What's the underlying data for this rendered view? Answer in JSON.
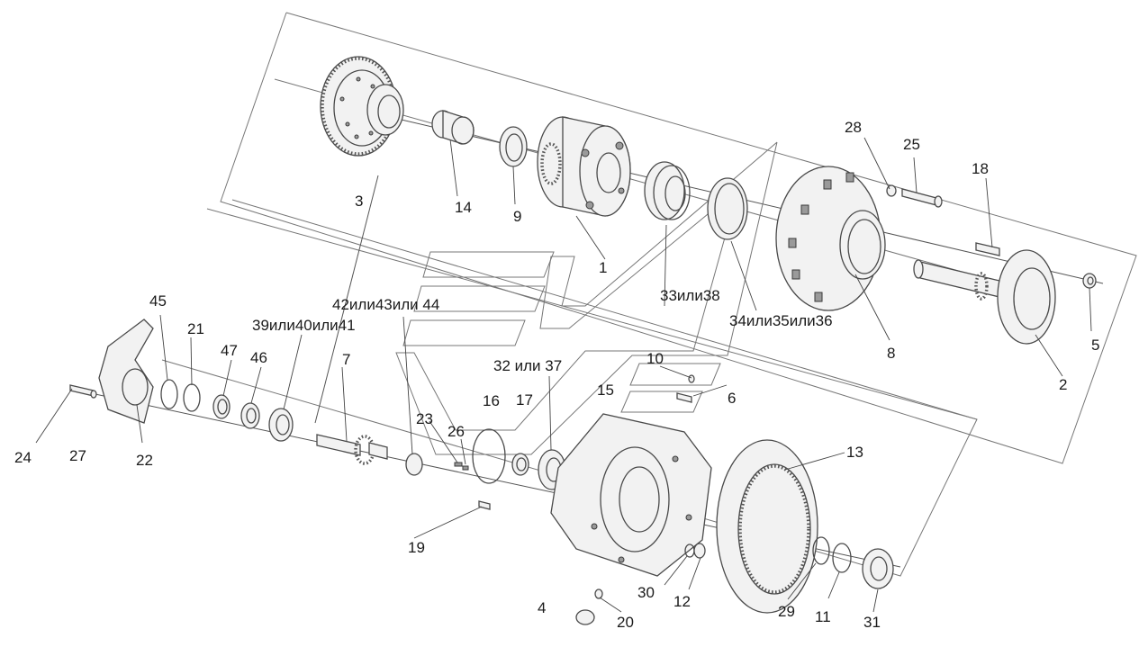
{
  "callouts": [
    {
      "id": "1",
      "text": "1"
    },
    {
      "id": "2",
      "text": "2"
    },
    {
      "id": "3",
      "text": "3"
    },
    {
      "id": "4",
      "text": "4"
    },
    {
      "id": "5",
      "text": "5"
    },
    {
      "id": "6",
      "text": "6"
    },
    {
      "id": "7",
      "text": "7"
    },
    {
      "id": "8",
      "text": "8"
    },
    {
      "id": "9",
      "text": "9"
    },
    {
      "id": "10",
      "text": "10"
    },
    {
      "id": "11",
      "text": "11"
    },
    {
      "id": "12",
      "text": "12"
    },
    {
      "id": "13",
      "text": "13"
    },
    {
      "id": "14",
      "text": "14"
    },
    {
      "id": "15",
      "text": "15"
    },
    {
      "id": "16",
      "text": "16"
    },
    {
      "id": "17",
      "text": "17"
    },
    {
      "id": "18",
      "text": "18"
    },
    {
      "id": "19",
      "text": "19"
    },
    {
      "id": "20",
      "text": "20"
    },
    {
      "id": "21",
      "text": "21"
    },
    {
      "id": "22",
      "text": "22"
    },
    {
      "id": "23",
      "text": "23"
    },
    {
      "id": "24",
      "text": "24"
    },
    {
      "id": "25",
      "text": "25"
    },
    {
      "id": "26",
      "text": "26"
    },
    {
      "id": "27",
      "text": "27"
    },
    {
      "id": "28",
      "text": "28"
    },
    {
      "id": "29",
      "text": "29"
    },
    {
      "id": "30",
      "text": "30"
    },
    {
      "id": "31",
      "text": "31"
    },
    {
      "id": "45",
      "text": "45"
    },
    {
      "id": "46",
      "text": "46"
    },
    {
      "id": "47",
      "text": "47"
    },
    {
      "id": "32_37",
      "text": "32 или 37"
    },
    {
      "id": "33_38",
      "text": "33или38"
    },
    {
      "id": "34_35_36",
      "text": "34или35или36"
    },
    {
      "id": "39_40_41",
      "text": "39или40или41"
    },
    {
      "id": "42_43_44",
      "text": "42или43или 44"
    }
  ]
}
